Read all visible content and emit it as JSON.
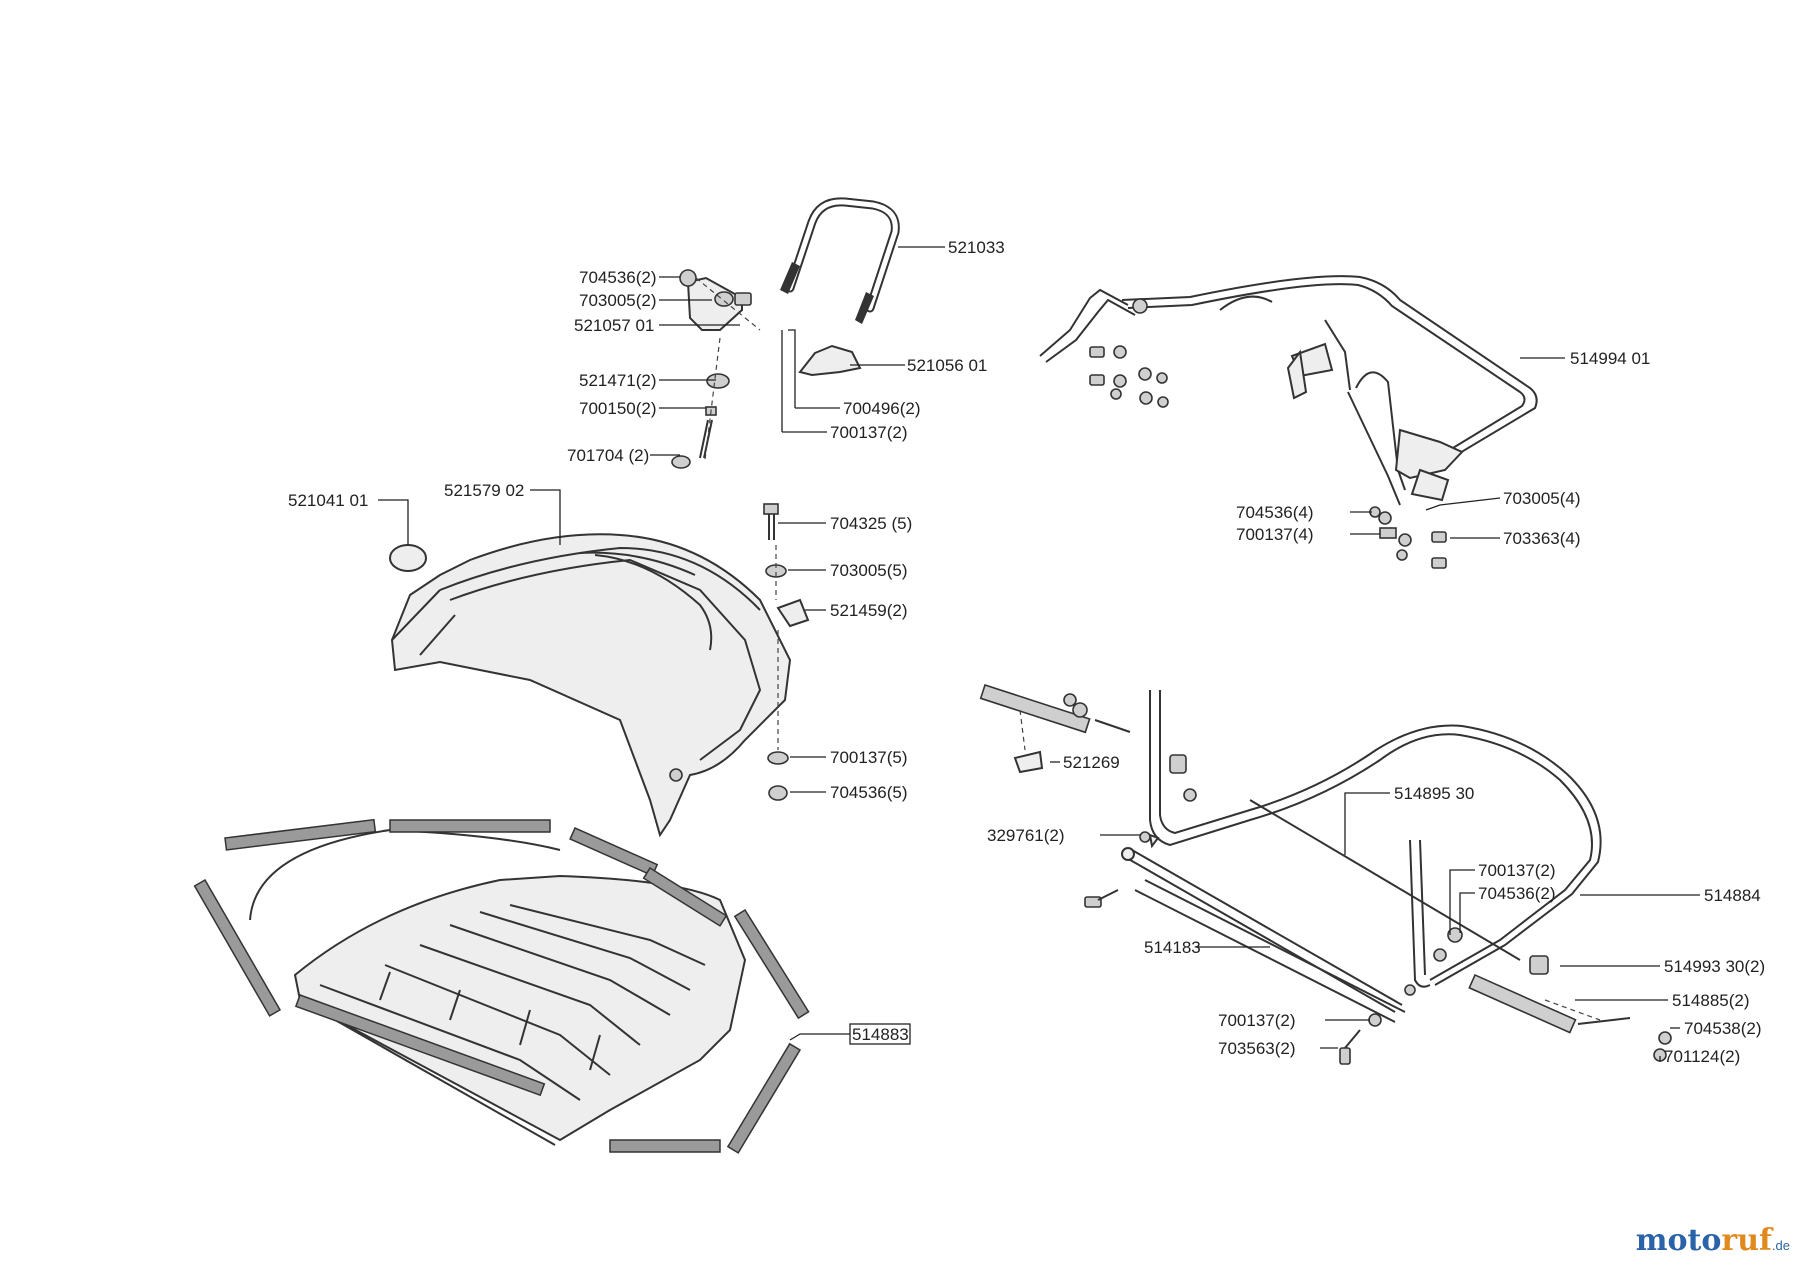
{
  "labels": {
    "p521033": "521033",
    "p704536_2a": "704536(2)",
    "p703005_2": "703005(2)",
    "p521057": "521057 01",
    "p521056": "521056 01",
    "p521471": "521471(2)",
    "p700150": "700150(2)",
    "p700496": "700496(2)",
    "p700137_2a": "700137(2)",
    "p701704": "701704 (2)",
    "p514994": "514994 01",
    "p704536_4": "704536(4)",
    "p700137_4": "700137(4)",
    "p703005_4": "703005(4)",
    "p703363": "703363(4)",
    "p521041": "521041  01",
    "p521579": "521579 02",
    "p704325": "704325 (5)",
    "p703005_5": "703005(5)",
    "p521459": "521459(2)",
    "p700137_5": "700137(5)",
    "p704536_5": "704536(5)",
    "p521269": "521269",
    "p514895": "514895 30",
    "p329761": "329761(2)",
    "p700137_2b": "700137(2)",
    "p704536_2b": "704536(2)",
    "p514884": "514884",
    "p514183": "514183",
    "p514993": "514993 30(2)",
    "p514885": "514885(2)",
    "p700137_2c": "700137(2)",
    "p704538": "704538(2)",
    "p703563": "703563(2)",
    "p701124": "701124(2)",
    "p514883": "514883"
  },
  "watermark": {
    "part1": "moto",
    "part2": "ruf",
    "part3": ".de"
  }
}
